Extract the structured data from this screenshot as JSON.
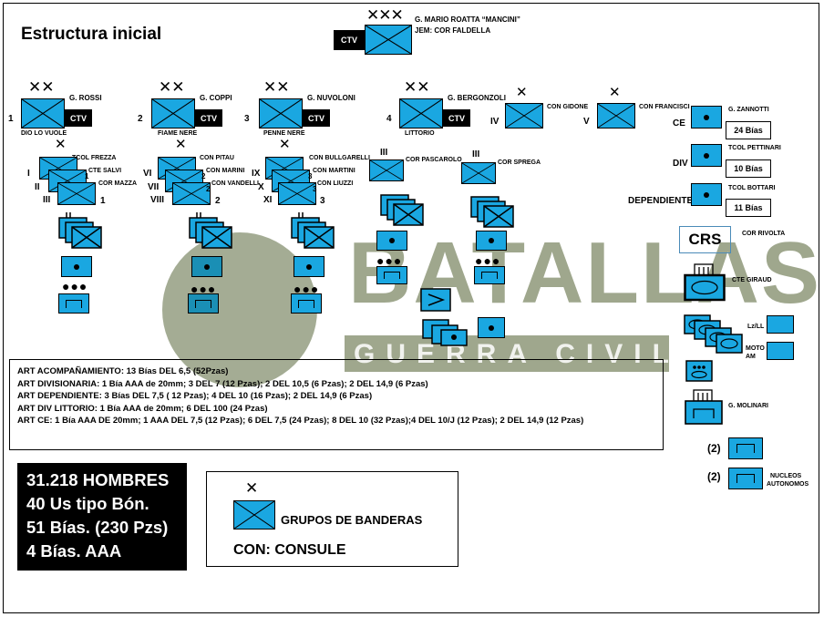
{
  "title": "Estructura inicial",
  "watermark": {
    "line1": "BATALLAS",
    "line2": "GUERRA CIVIL"
  },
  "hq": {
    "ctv": "CTV",
    "commander": "G. MARIO ROATTA “MANCINI”",
    "chief": "JEM: COR FALDELLA"
  },
  "divisions": [
    {
      "num": "1",
      "general": "G. ROSSI",
      "ctv": "CTV",
      "name": "DIO LO VUOLE",
      "regt_cmdr": "TCOL FREZZA",
      "groups": [
        {
          "roman": "I",
          "cmdr": "CTE SALVI",
          "extra": "1"
        },
        {
          "roman": "II",
          "cmdr": "",
          "extra": ""
        },
        {
          "roman": "III",
          "cmdr": "COR MAZZA",
          "extra": "1"
        }
      ]
    },
    {
      "num": "2",
      "general": "G. COPPI",
      "ctv": "CTV",
      "name": "FIAME NERE",
      "regt_cmdr": "CON PITAU",
      "groups": [
        {
          "roman": "VI",
          "cmdr": "CON MARINI",
          "extra": "2"
        },
        {
          "roman": "VII",
          "cmdr": "CON VANDELLI",
          "extra": "2"
        },
        {
          "roman": "VIII",
          "cmdr": "",
          "extra": "2"
        }
      ]
    },
    {
      "num": "3",
      "general": "G. NUVOLONI",
      "ctv": "CTV",
      "name": "PENNE NERE",
      "regt_cmdr": "CON BULLGARELLI",
      "groups": [
        {
          "roman": "IX",
          "cmdr": "CON MARTINI",
          "extra": "3"
        },
        {
          "roman": "X",
          "cmdr": "CON LIUZZI",
          "extra": "3"
        },
        {
          "roman": "XI",
          "cmdr": "",
          "extra": "3"
        }
      ]
    },
    {
      "num": "4",
      "general": "G. BERGONZOLI",
      "ctv": "CTV",
      "name": "LITTORIO",
      "regiments": [
        {
          "mark": "III",
          "cmdr": "COR PASCAROLO"
        },
        {
          "mark": "III",
          "cmdr": "COR SPREGA"
        }
      ]
    }
  ],
  "brigades": [
    {
      "roman": "IV",
      "cmdr": "CON GIDONE"
    },
    {
      "roman": "V",
      "cmdr": "CON FRANCISCI"
    }
  ],
  "artillery_groups": [
    {
      "label": "CE",
      "cmdr": "G. ZANNOTTI",
      "count": "24 Bías"
    },
    {
      "label": "DIV",
      "cmdr": "TCOL PETTINARI",
      "count": "10 Bías"
    },
    {
      "label": "DEPENDIENTE",
      "cmdr": "TCOL BOTTARI",
      "count": "11 Bías"
    }
  ],
  "crs": {
    "label": "CRS",
    "cmdr": "COR RIVOLTA"
  },
  "right_units": {
    "giraud": "CTE GIRAUD",
    "lz": "Lz/LL",
    "moto1": "MOTO",
    "moto2": "AM",
    "molinari": "G. MOLINARI",
    "count1": "(2)",
    "count2": "(2)",
    "nucleos1": "NUCLEOS",
    "nucleos2": "AUTONOMOS"
  },
  "artillery_text": [
    "ART ACOMPAÑAMIENTO: 13 Bías DEL 6,5 (52Pzas)",
    "ART DIVISIONARIA: 1 Bía AAA de 20mm; 3 DEL 7 (12 Pzas); 2 DEL 10,5 (6 Pzas); 2 DEL 14,9 (6 Pzas)",
    "ART DEPENDIENTE: 3 Bías DEL 7,5 ( 12 Pzas);  4 DEL 10 (16 Pzas); 2 DEL 14,9 (6 Pzas)",
    "ART DIV LITTORIO: 1 Bía AAA de 20mm; 6 DEL 100 (24 Pzas)",
    "ART CE: 1 Bía AAA DE 20mm; 1 AAA  DEL 7,5 (12 Pzas); 6 DEL 7,5 (24 Pzas); 8 DEL 10 (32 Pzas);4 DEL 10/J (12 Pzas); 2 DEL 14,9 (12 Pzas)"
  ],
  "summary": [
    "31.218 HOMBRES",
    "40 Us tipo Bón.",
    "51 Bías. (230 Pzs)",
    "4 Bías. AAA"
  ],
  "legend": {
    "text": "GRUPOS DE BANDERAS",
    "con": "CON: CONSULE"
  },
  "colors": {
    "unit_fill": "#1aa7e1",
    "border": "#000000",
    "watermark": "#5f6c41"
  }
}
